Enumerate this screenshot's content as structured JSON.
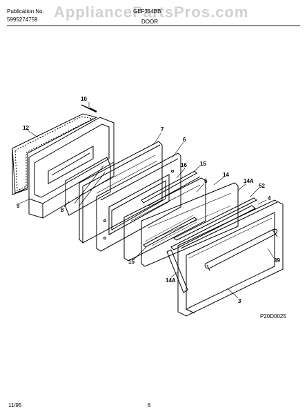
{
  "header": {
    "publication_label": "Publication No.",
    "publication_number": "5995274759",
    "model": "GEF354BB",
    "section": "DOOR"
  },
  "watermark": "AppliancePartsPros.com",
  "callouts": {
    "p10": "10",
    "p12": "12",
    "p7": "7",
    "p6": "6",
    "p16": "16",
    "p15a": "15",
    "p5": "5",
    "p14": "14",
    "p14a_right": "14A",
    "p52": "52",
    "p4": "4",
    "p9": "9",
    "p8": "8",
    "p15b": "15",
    "p14a_left": "14A",
    "p39": "39",
    "p3": "3"
  },
  "diagram_code": "P20D0025",
  "footer": {
    "date": "11/95",
    "page": "6"
  }
}
